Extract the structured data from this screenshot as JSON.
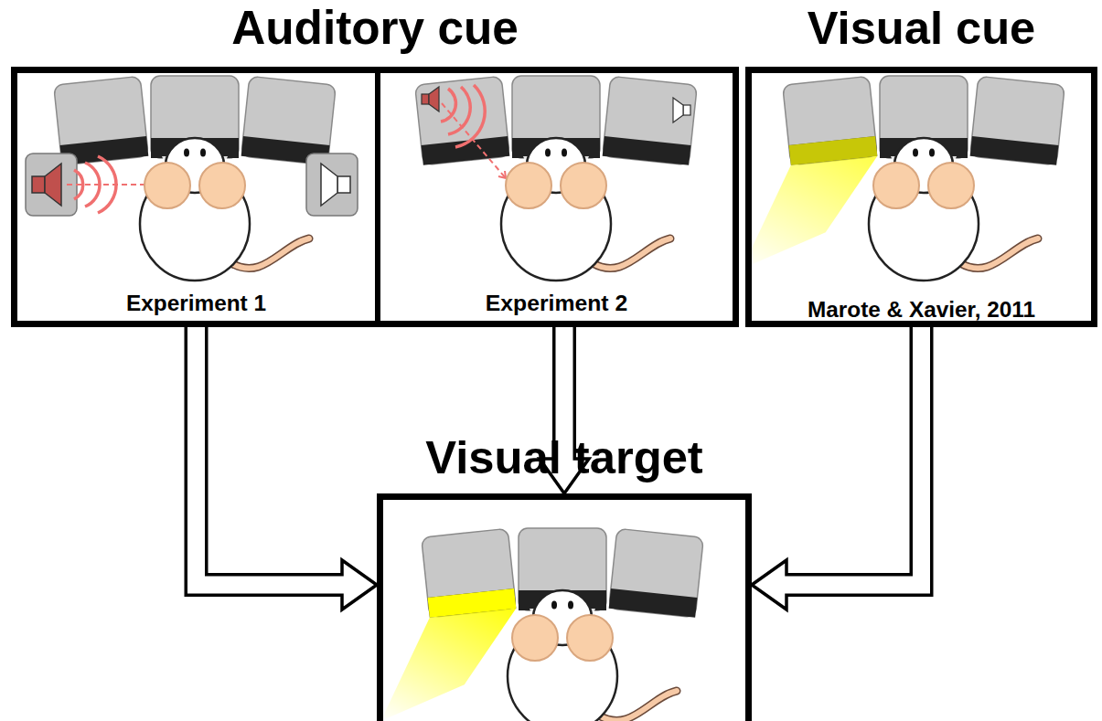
{
  "diagram": {
    "nodes": [
      {
        "text": [
          "Auditory cue"
        ]
      },
      {
        "text": [
          "Experiment 1"
        ],
        "in": 0
      },
      {
        "text": [
          "Experiment 2"
        ],
        "in": 0
      },
      {
        "text": [
          "Visual cue",
          "Marote & Xavier, 2011"
        ]
      },
      {
        "text": [
          "Visual target"
        ]
      }
    ],
    "edges": [
      {
        "from": 1,
        "to": 4,
        "arrow": "to"
      },
      {
        "from": 2,
        "to": 4,
        "arrow": "to"
      },
      {
        "from": 3,
        "to": 4,
        "arrow": "to"
      }
    ]
  }
}
